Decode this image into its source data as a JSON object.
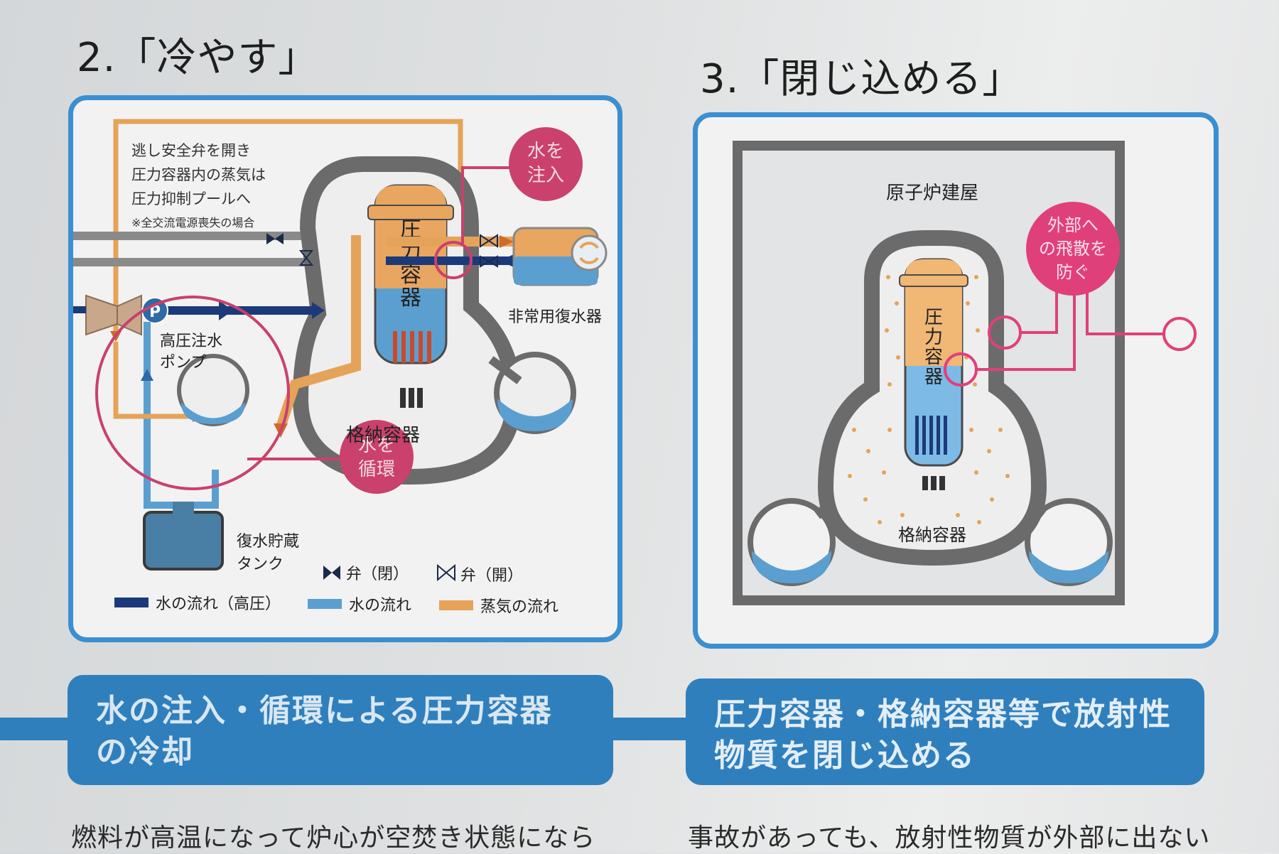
{
  "section2": {
    "heading": "2.「冷やす」",
    "notes": [
      "逃し安全弁を開き",
      "圧力容器内の蒸気は",
      "圧力抑制プールへ"
    ],
    "footnote": "※全交流電源喪失の場合",
    "bubble_inject": [
      "水を",
      "注入"
    ],
    "bubble_circulate": [
      "水を",
      "循環"
    ],
    "pressure_vessel": [
      "圧",
      "力",
      "容",
      "器"
    ],
    "pump_mark": "P",
    "pump_label": [
      "高圧注水",
      "ポンプ"
    ],
    "condenser_label": "非常用復水器",
    "containment_label": "格納容器",
    "tank_label": [
      "復水貯蔵",
      "タンク"
    ],
    "valve_closed": "弁（閉）",
    "valve_open": "弁（開）",
    "legend": [
      "水の流れ（高圧）",
      "水の流れ",
      "蒸気の流れ"
    ],
    "banner": [
      "水の注入・循環による圧力容器",
      "の冷却"
    ],
    "bottom_text": "燃料が高温になって炉心が空焚き状態になら"
  },
  "section3": {
    "heading": "3.「閉じ込める」",
    "building_label": "原子炉建屋",
    "bubble": [
      "外部へ",
      "の飛散を",
      "防ぐ"
    ],
    "pressure_vessel": [
      "圧",
      "力",
      "容",
      "器"
    ],
    "containment_label": "格納容器",
    "banner": [
      "圧力容器・格納容器等で放射性",
      "物質を閉じ込める"
    ],
    "bottom_text": "事故があっても、放射性物質が外部に出ない"
  },
  "colors": {
    "panel_border": "#3b8fd0",
    "banner_bg": "#2f7fbd",
    "steam_orange": "#e5a35a",
    "water_light_blue": "#6aa9d6",
    "water_high_pressure": "#1c3a7a",
    "bubble_pink": "#c9416c",
    "wall_gray": "#6b6b6b"
  }
}
